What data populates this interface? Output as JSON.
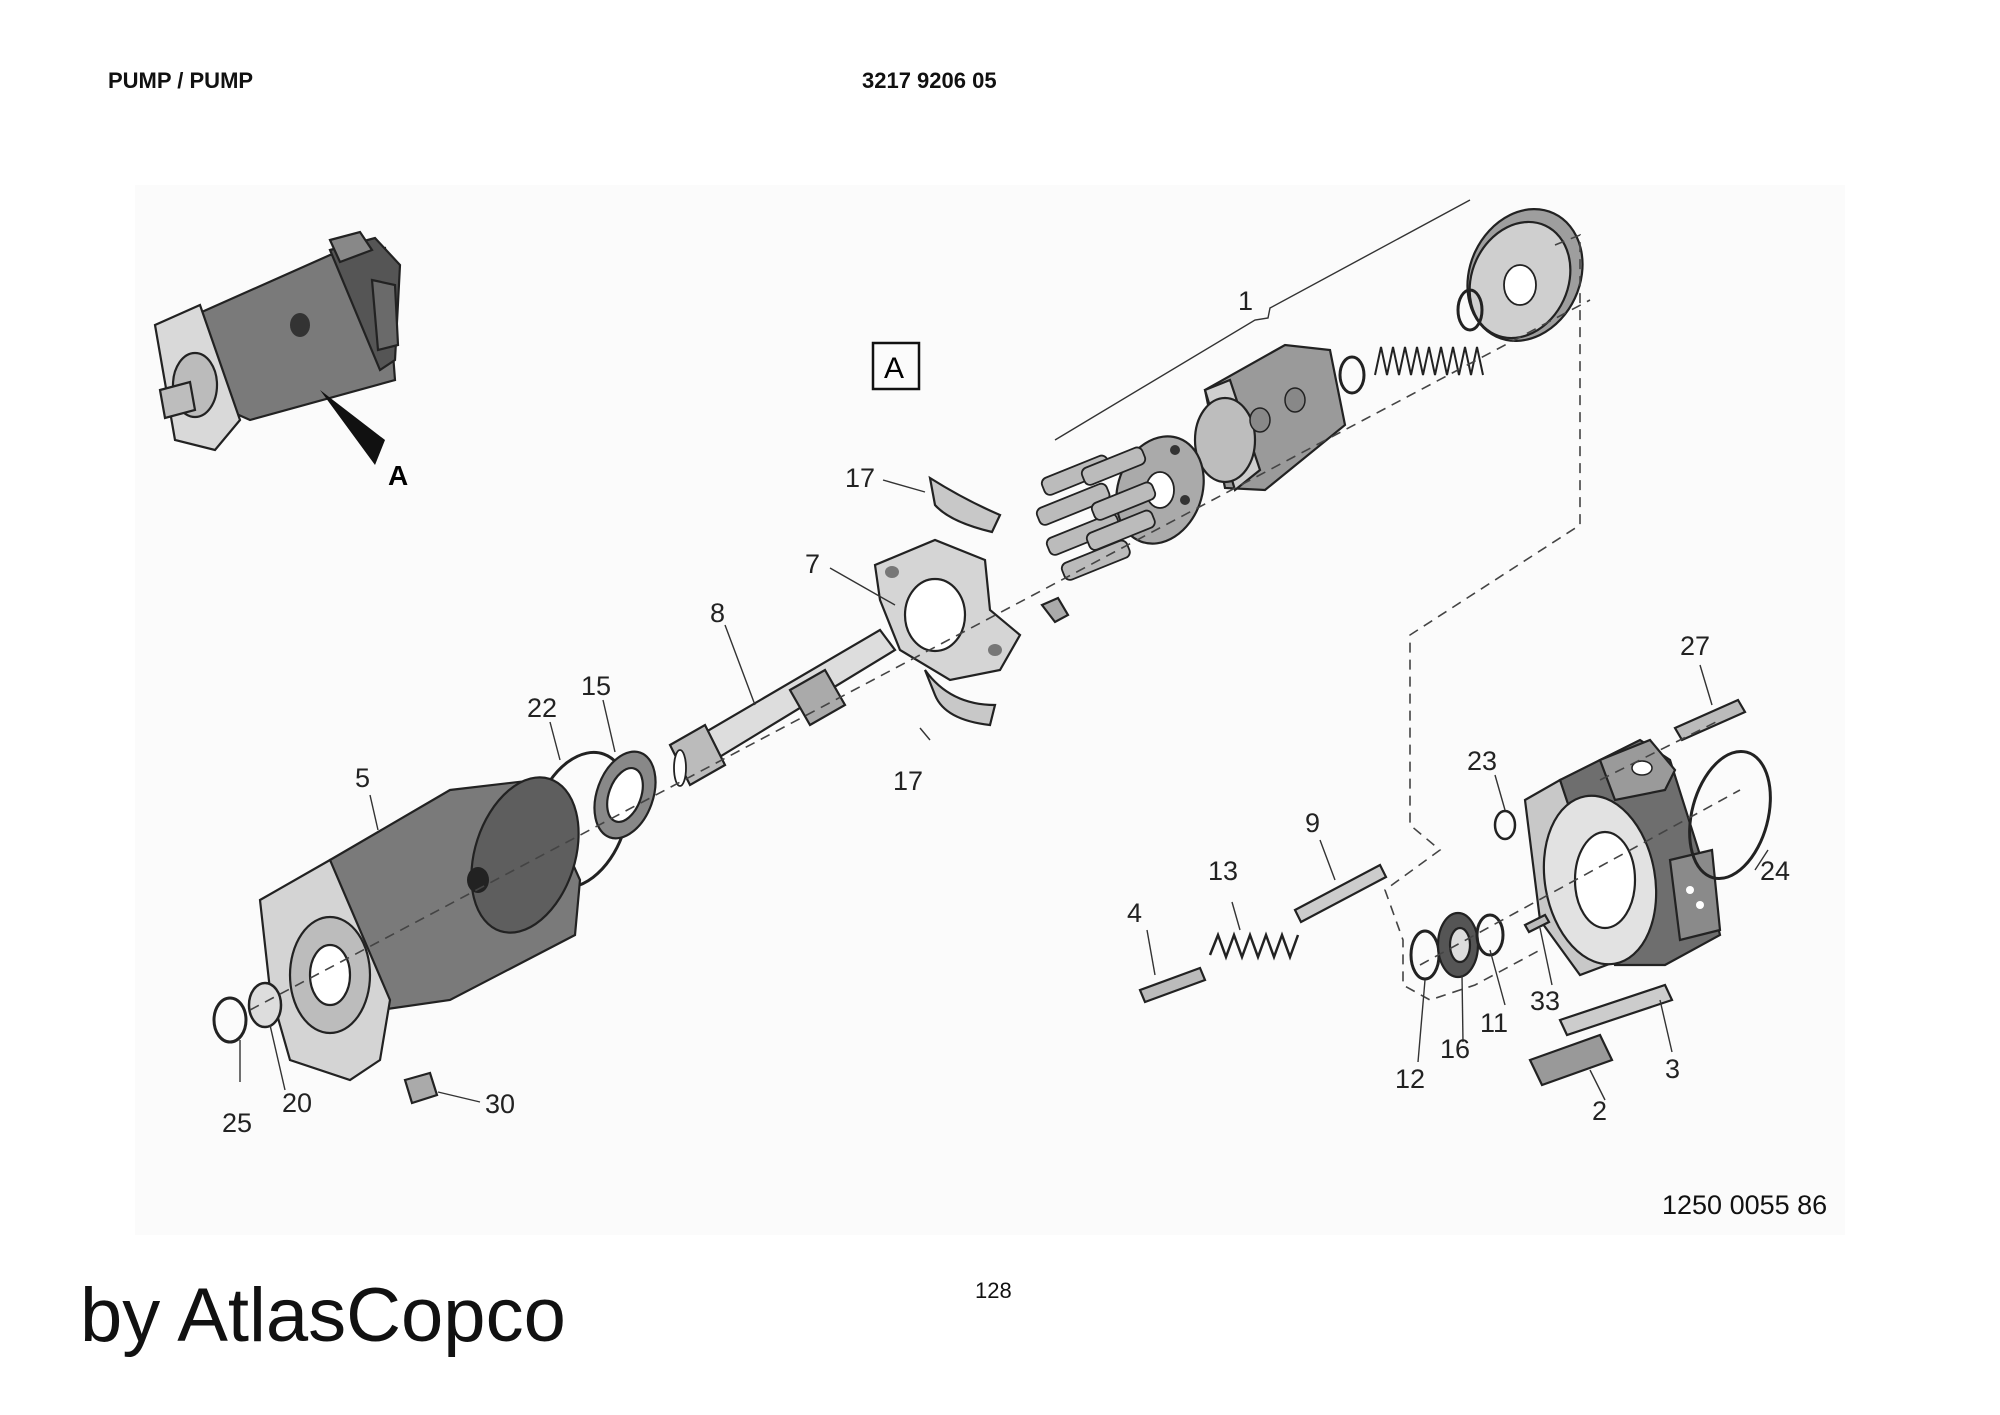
{
  "header": {
    "title": "PUMP / PUMP",
    "part_number": "3217 9206 05"
  },
  "diagram": {
    "view_box_label": "A",
    "detail_arrow_label": "A",
    "callouts": {
      "c1": "1",
      "c17a": "17",
      "c17b": "17",
      "c7": "7",
      "c8": "8",
      "c22": "22",
      "c15": "15",
      "c5": "5",
      "c25": "25",
      "c20": "20",
      "c30": "30",
      "c27": "27",
      "c23": "23",
      "c24": "24",
      "c9": "9",
      "c13": "13",
      "c4": "4",
      "c33": "33",
      "c11": "11",
      "c16": "16",
      "c12": "12",
      "c3": "3",
      "c2": "2"
    }
  },
  "footer": {
    "reference_number": "1250 0055 86",
    "page_number": "128",
    "watermark": "by AtlasCopco"
  },
  "colors": {
    "line": "#222222",
    "shade_dark": "#6e6e6e",
    "shade_mid": "#9a9a9a",
    "shade_light": "#cfcfcf"
  }
}
